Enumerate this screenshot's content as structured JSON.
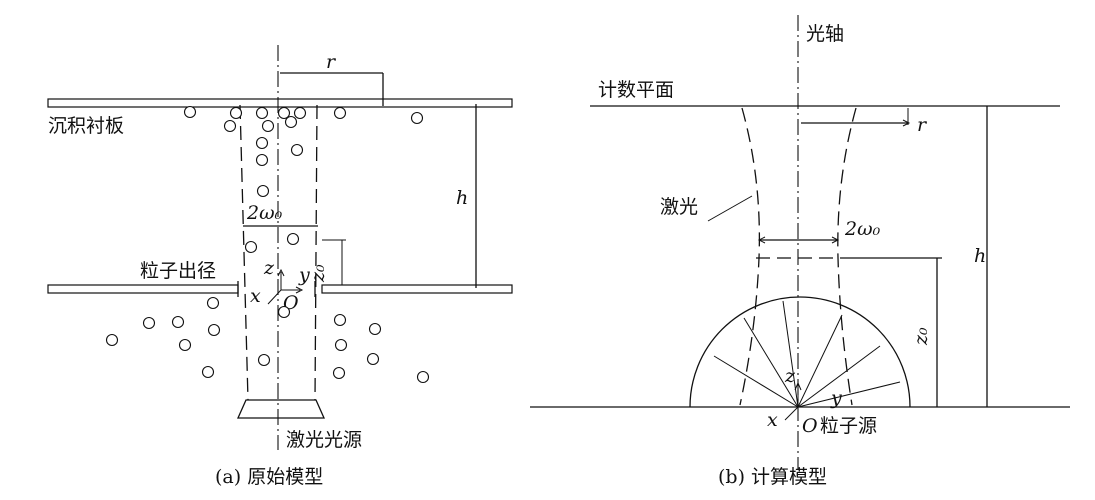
{
  "diagram_a": {
    "caption": "(a) 原始模型",
    "label_substrate": "沉积衬板",
    "label_exit": "粒子出径",
    "label_source": "激光光源",
    "sym_r": "r",
    "sym_h": "h",
    "sym_2w0": "2ω₀",
    "sym_z0": "z₀",
    "sym_z": "z",
    "sym_y": "y",
    "sym_x": "x",
    "sym_O": "O"
  },
  "diagram_b": {
    "caption": "(b) 计算模型",
    "label_axis": "光轴",
    "label_plane": "计数平面",
    "label_laser": "激光",
    "label_source": "粒子源",
    "sym_r": "r",
    "sym_h": "h",
    "sym_2w0": "2ω₀",
    "sym_z0": "z₀",
    "sym_z": "z",
    "sym_y": "y",
    "sym_x": "x",
    "sym_O": "O"
  }
}
